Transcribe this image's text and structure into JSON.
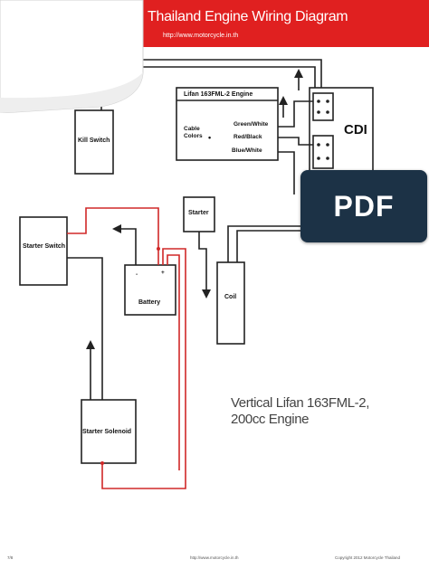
{
  "header": {
    "title": "Thailand Engine Wiring Diagram",
    "url": "http://www.motorcycle.in.th",
    "color": "#e02020"
  },
  "components": {
    "engine_title": "Lifan 163FML-2 Engine",
    "cable_colors": "Cable\nColors",
    "wire_green_white": "Green/White",
    "wire_red_black": "Red/Black",
    "wire_blue_white": "Blue/White",
    "cdi": "CDI",
    "kill_switch": "Kill Switch",
    "starter_switch": "Starter Switch",
    "starter": "Starter",
    "battery": "Battery",
    "battery_minus": "-",
    "battery_plus": "+",
    "coil": "Coil",
    "starter_solenoid": "Starter Solenoid"
  },
  "caption": "Vertical Lifan 163FML-2, 200cc Engine",
  "badge": {
    "label": "PDF",
    "color": "#1c3246"
  },
  "footer": {
    "page": "7/8",
    "url": "http://www.motorcycle.in.th",
    "copyright": "Copyright 2012 Motorcycle Thailand"
  },
  "wire_colors": {
    "power": "#d02828",
    "ground": "#222222"
  }
}
